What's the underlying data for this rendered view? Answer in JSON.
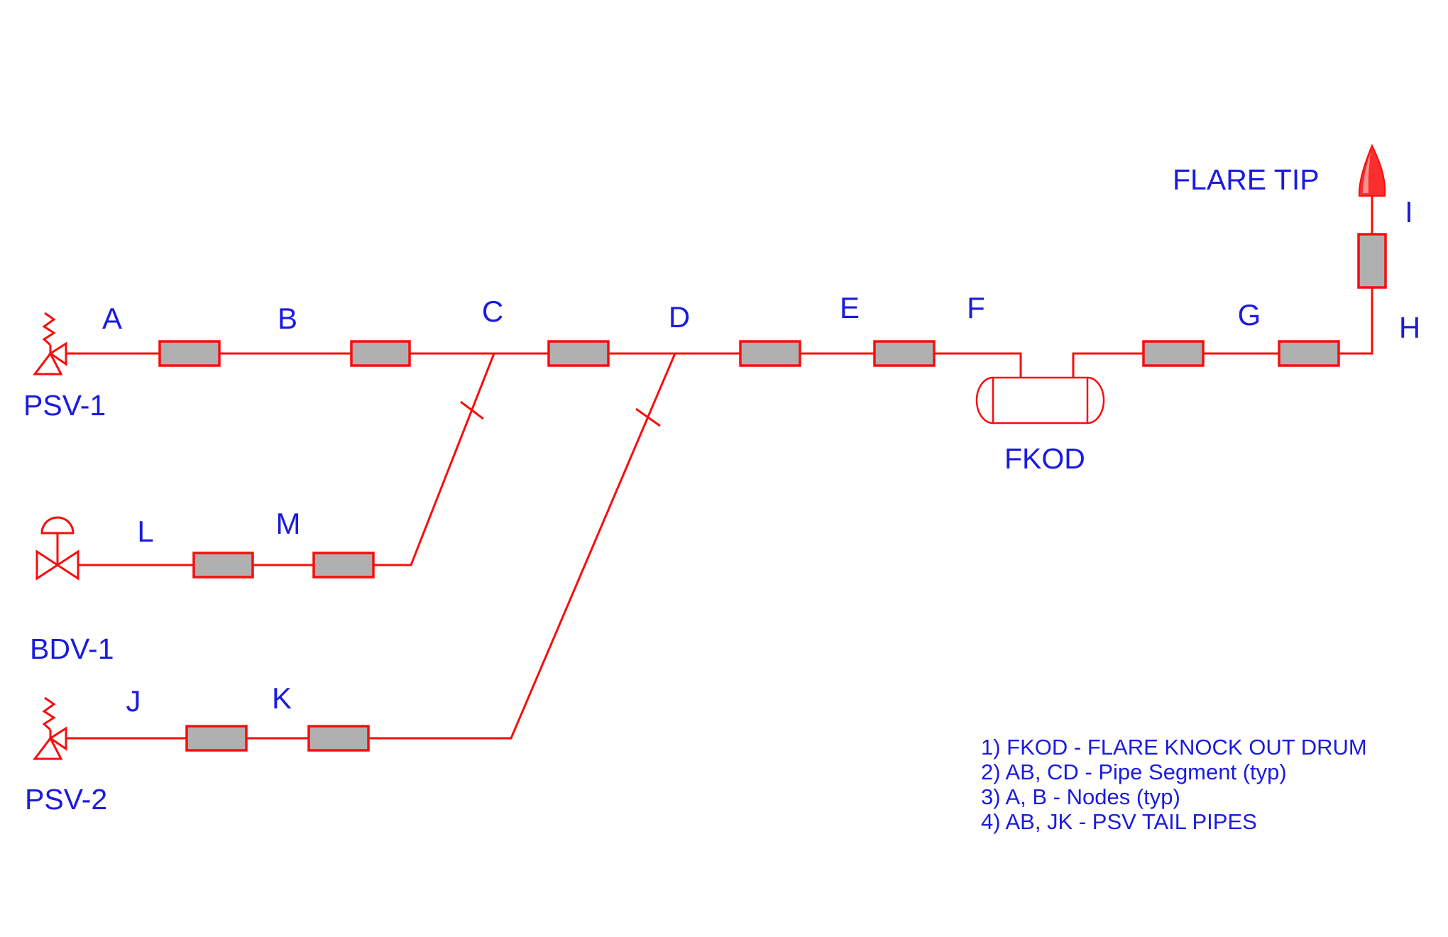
{
  "labels": {
    "flare_tip": "FLARE TIP",
    "fkod": "FKOD",
    "psv1": "PSV-1",
    "bdv1": "BDV-1",
    "psv2": "PSV-2"
  },
  "nodes": {
    "a": "A",
    "b": "B",
    "c": "C",
    "d": "D",
    "e": "E",
    "f": "F",
    "g": "G",
    "h": "H",
    "i": "I",
    "j": "J",
    "k": "K",
    "l": "L",
    "m": "M"
  },
  "notes": {
    "line1": "1) FKOD - FLARE KNOCK OUT DRUM",
    "line2": "2) AB, CD - Pipe Segment (typ)",
    "line3": "3) A, B  - Nodes (typ)",
    "line4": "4) AB, JK - PSV TAIL PIPES"
  },
  "colors": {
    "line_red": "#f80d0d",
    "segment_fill": "#b0b0b0",
    "text_blue": "#1b1bdf",
    "flame_fill": "#fb2d2d",
    "flame_highlight": "#ff9090",
    "background": "#ffffff"
  }
}
